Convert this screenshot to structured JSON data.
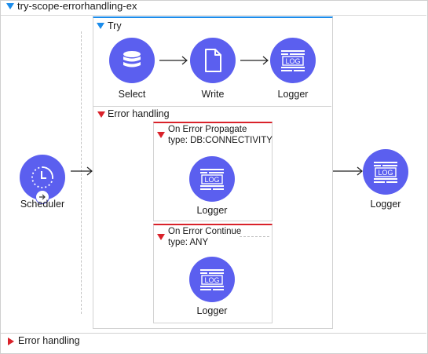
{
  "flow": {
    "name": "try-scope-errorhandling-ex",
    "source": {
      "label": "Scheduler",
      "icon": "clock-icon"
    },
    "try_scope": {
      "title": "Try",
      "processors": [
        {
          "label": "Select",
          "icon": "database-icon"
        },
        {
          "label": "Write",
          "icon": "file-icon"
        },
        {
          "label": "Logger",
          "icon": "log-icon",
          "icon_text": "LOG"
        }
      ],
      "error_handling": {
        "title": "Error handling",
        "handlers": [
          {
            "title": "On Error Propagate",
            "type_label": "type: DB:CONNECTIVITY",
            "processor_label": "Logger",
            "icon_text": "LOG",
            "accent": "#d9222a"
          },
          {
            "title": "On Error Continue",
            "type_label": "type: ANY",
            "processor_label": "Logger",
            "icon_text": "LOG",
            "accent": "#d9222a"
          }
        ]
      }
    },
    "after_processor": {
      "label": "Logger",
      "icon": "log-icon",
      "icon_text": "LOG"
    },
    "footer_error_handling": "Error handling"
  },
  "colors": {
    "icon_circle": "#5b5fef",
    "try_accent": "#1b8ceb",
    "error_accent": "#d9222a",
    "flow_triangle": "#1b8ceb"
  }
}
